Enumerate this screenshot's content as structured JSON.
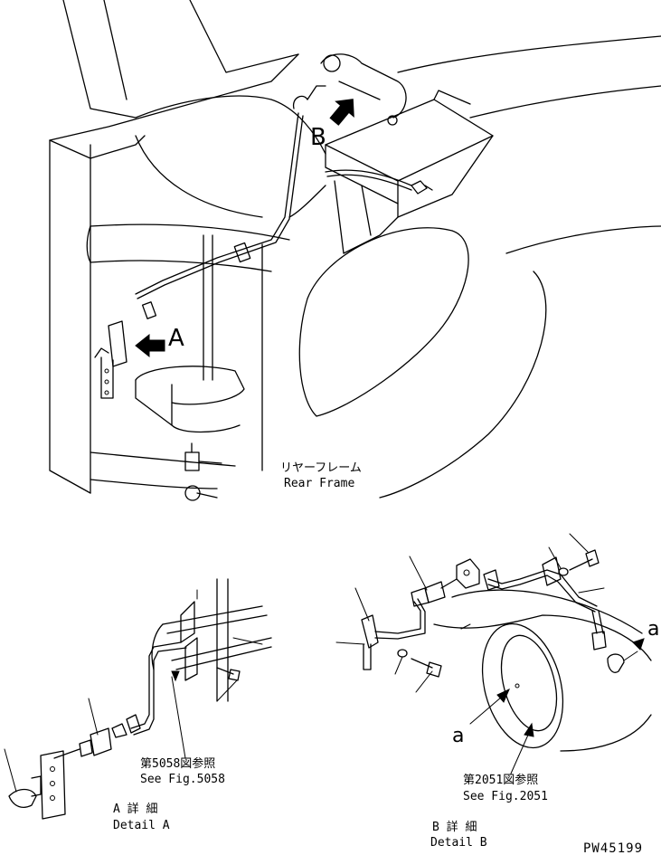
{
  "labels": {
    "rear_frame_jp": "リヤーフレーム",
    "rear_frame_en": "Rear Frame",
    "callout_a": "A",
    "callout_b": "B",
    "ref_a_jp": "第5058図参照",
    "ref_a_en": "See Fig.5058",
    "ref_b_jp": "第2051図参照",
    "ref_b_en": "See Fig.2051",
    "detail_a_jp": "A 詳 細",
    "detail_a_en": "Detail A",
    "detail_b_jp": "B 詳 細",
    "detail_b_en": "Detail B",
    "point_a_1": "a",
    "point_a_2": "a",
    "drawing_number": "PW45199"
  }
}
